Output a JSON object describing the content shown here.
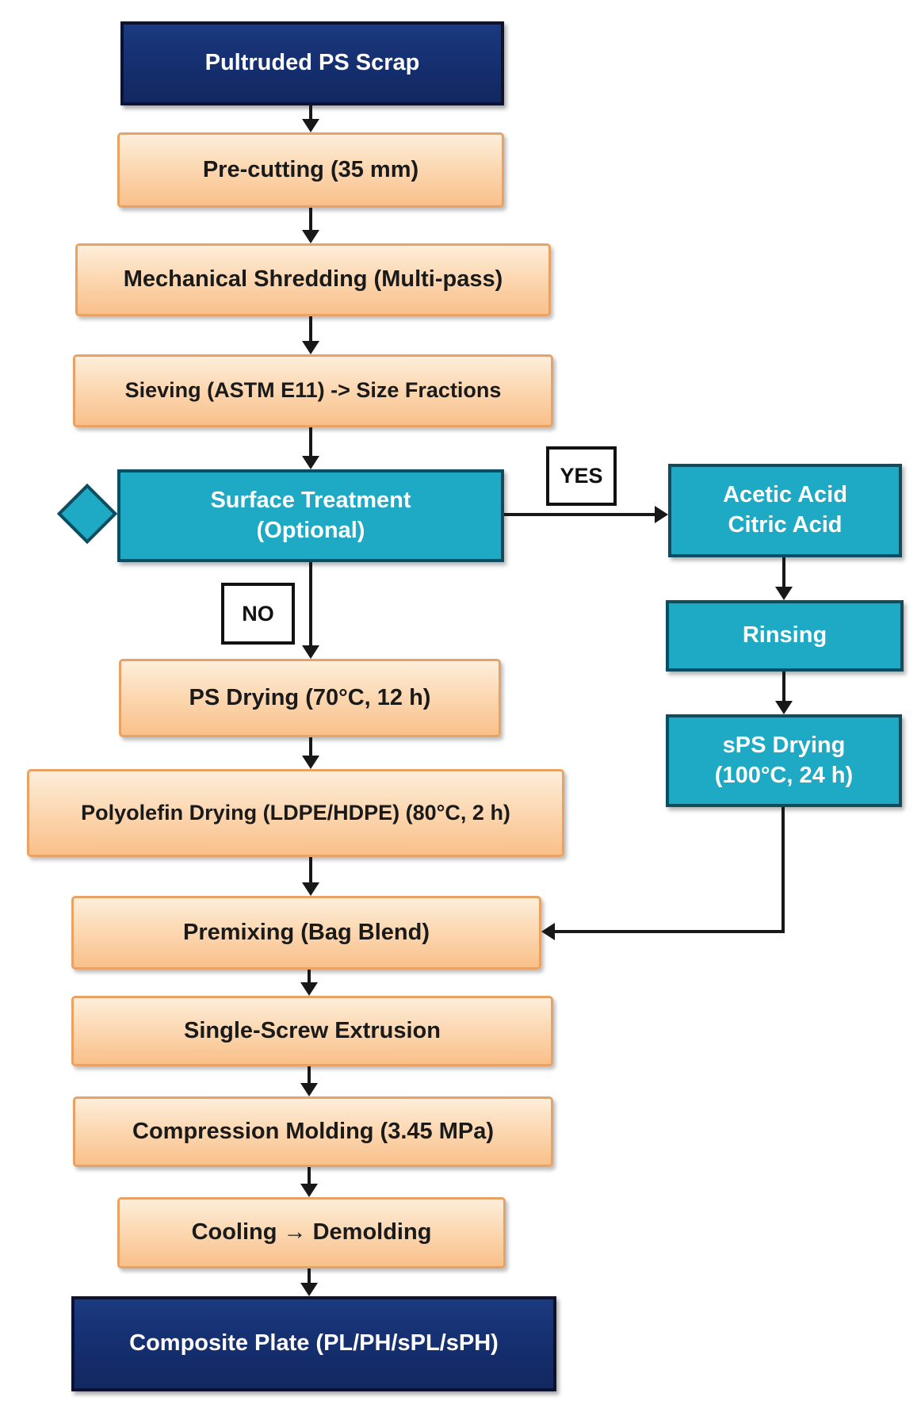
{
  "flowchart": {
    "main_path": [
      {
        "id": "pultruded-ps-scrap",
        "label": "Pultruded PS Scrap",
        "style": "navy"
      },
      {
        "id": "pre-cutting",
        "label": "Pre-cutting (35 mm)",
        "style": "peach"
      },
      {
        "id": "mechanical-shredding",
        "label": "Mechanical Shredding (Multi-pass)",
        "style": "peach"
      },
      {
        "id": "sieving",
        "label": "Sieving (ASTM E11) -> Size Fractions",
        "style": "peach"
      },
      {
        "id": "surface-treatment",
        "label": "Surface Treatment\n(Optional)",
        "style": "teal",
        "decision": true
      },
      {
        "id": "ps-drying",
        "label": "PS Drying (70°C, 12 h)",
        "style": "peach"
      },
      {
        "id": "polyolefin-drying",
        "label": "Polyolefin Drying (LDPE/HDPE) (80°C, 2 h)",
        "style": "peach"
      },
      {
        "id": "premixing",
        "label": "Premixing (Bag Blend)",
        "style": "peach"
      },
      {
        "id": "single-screw-extrusion",
        "label": "Single-Screw Extrusion",
        "style": "peach"
      },
      {
        "id": "compression-molding",
        "label": "Compression Molding (3.45 MPa)",
        "style": "peach"
      },
      {
        "id": "cooling-demolding",
        "label": "Cooling → Demolding",
        "style": "peach"
      },
      {
        "id": "composite-plate",
        "label": "Composite Plate (PL/PH/sPL/sPH)",
        "style": "navy"
      }
    ],
    "yes_branch": [
      {
        "id": "acid-treatment",
        "label": "Acetic Acid\nCitric Acid",
        "style": "teal"
      },
      {
        "id": "rinsing",
        "label": "Rinsing",
        "style": "teal"
      },
      {
        "id": "sps-drying",
        "label": "sPS Drying\n(100°C, 24 h)",
        "style": "teal"
      }
    ],
    "branch_labels": {
      "yes": "YES",
      "no": "NO"
    },
    "colors": {
      "navy": "#152e6e",
      "navy_border": "#0c1230",
      "teal": "#1ea9c4",
      "teal_border": "#0e4c60",
      "peach_top": "#fdeeda",
      "peach_bottom": "#f9c08a",
      "peach_border": "#e9a263",
      "arrow": "#181818",
      "background": "#ffffff"
    }
  }
}
